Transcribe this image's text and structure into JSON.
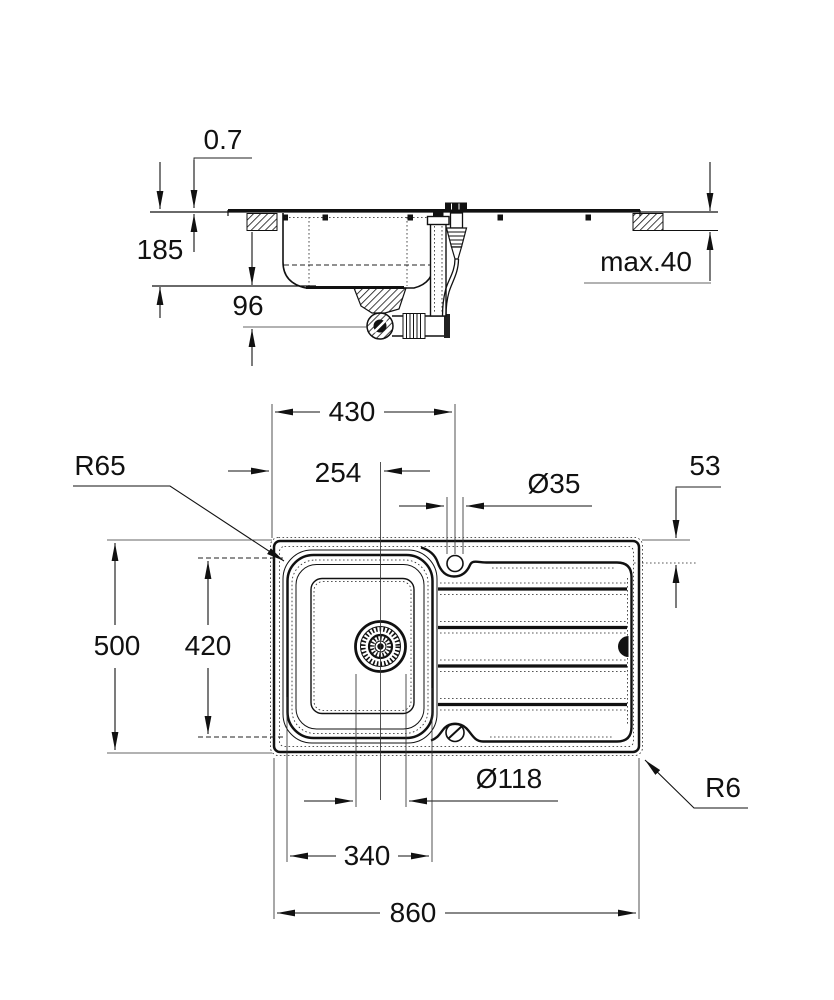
{
  "drawing": {
    "background": "#ffffff",
    "line_color": "#111111",
    "section_view": {
      "dimensions": {
        "sheet_thickness": "0.7",
        "bowl_depth": "185",
        "outlet_offset": "96",
        "countertop_thickness": "max.40"
      }
    },
    "plan_view": {
      "dimensions": {
        "tap_center_from_left": "430",
        "drain_center_from_left": "254",
        "bowl_corner_radius": "R65",
        "tap_hole_diameter": "Ø35",
        "rear_ledge_depth": "53",
        "overall_depth": "500",
        "bowl_length": "420",
        "drain_hole_diameter": "Ø118",
        "outer_corner_radius": "R6",
        "bowl_width": "340",
        "overall_width": "860"
      }
    }
  }
}
